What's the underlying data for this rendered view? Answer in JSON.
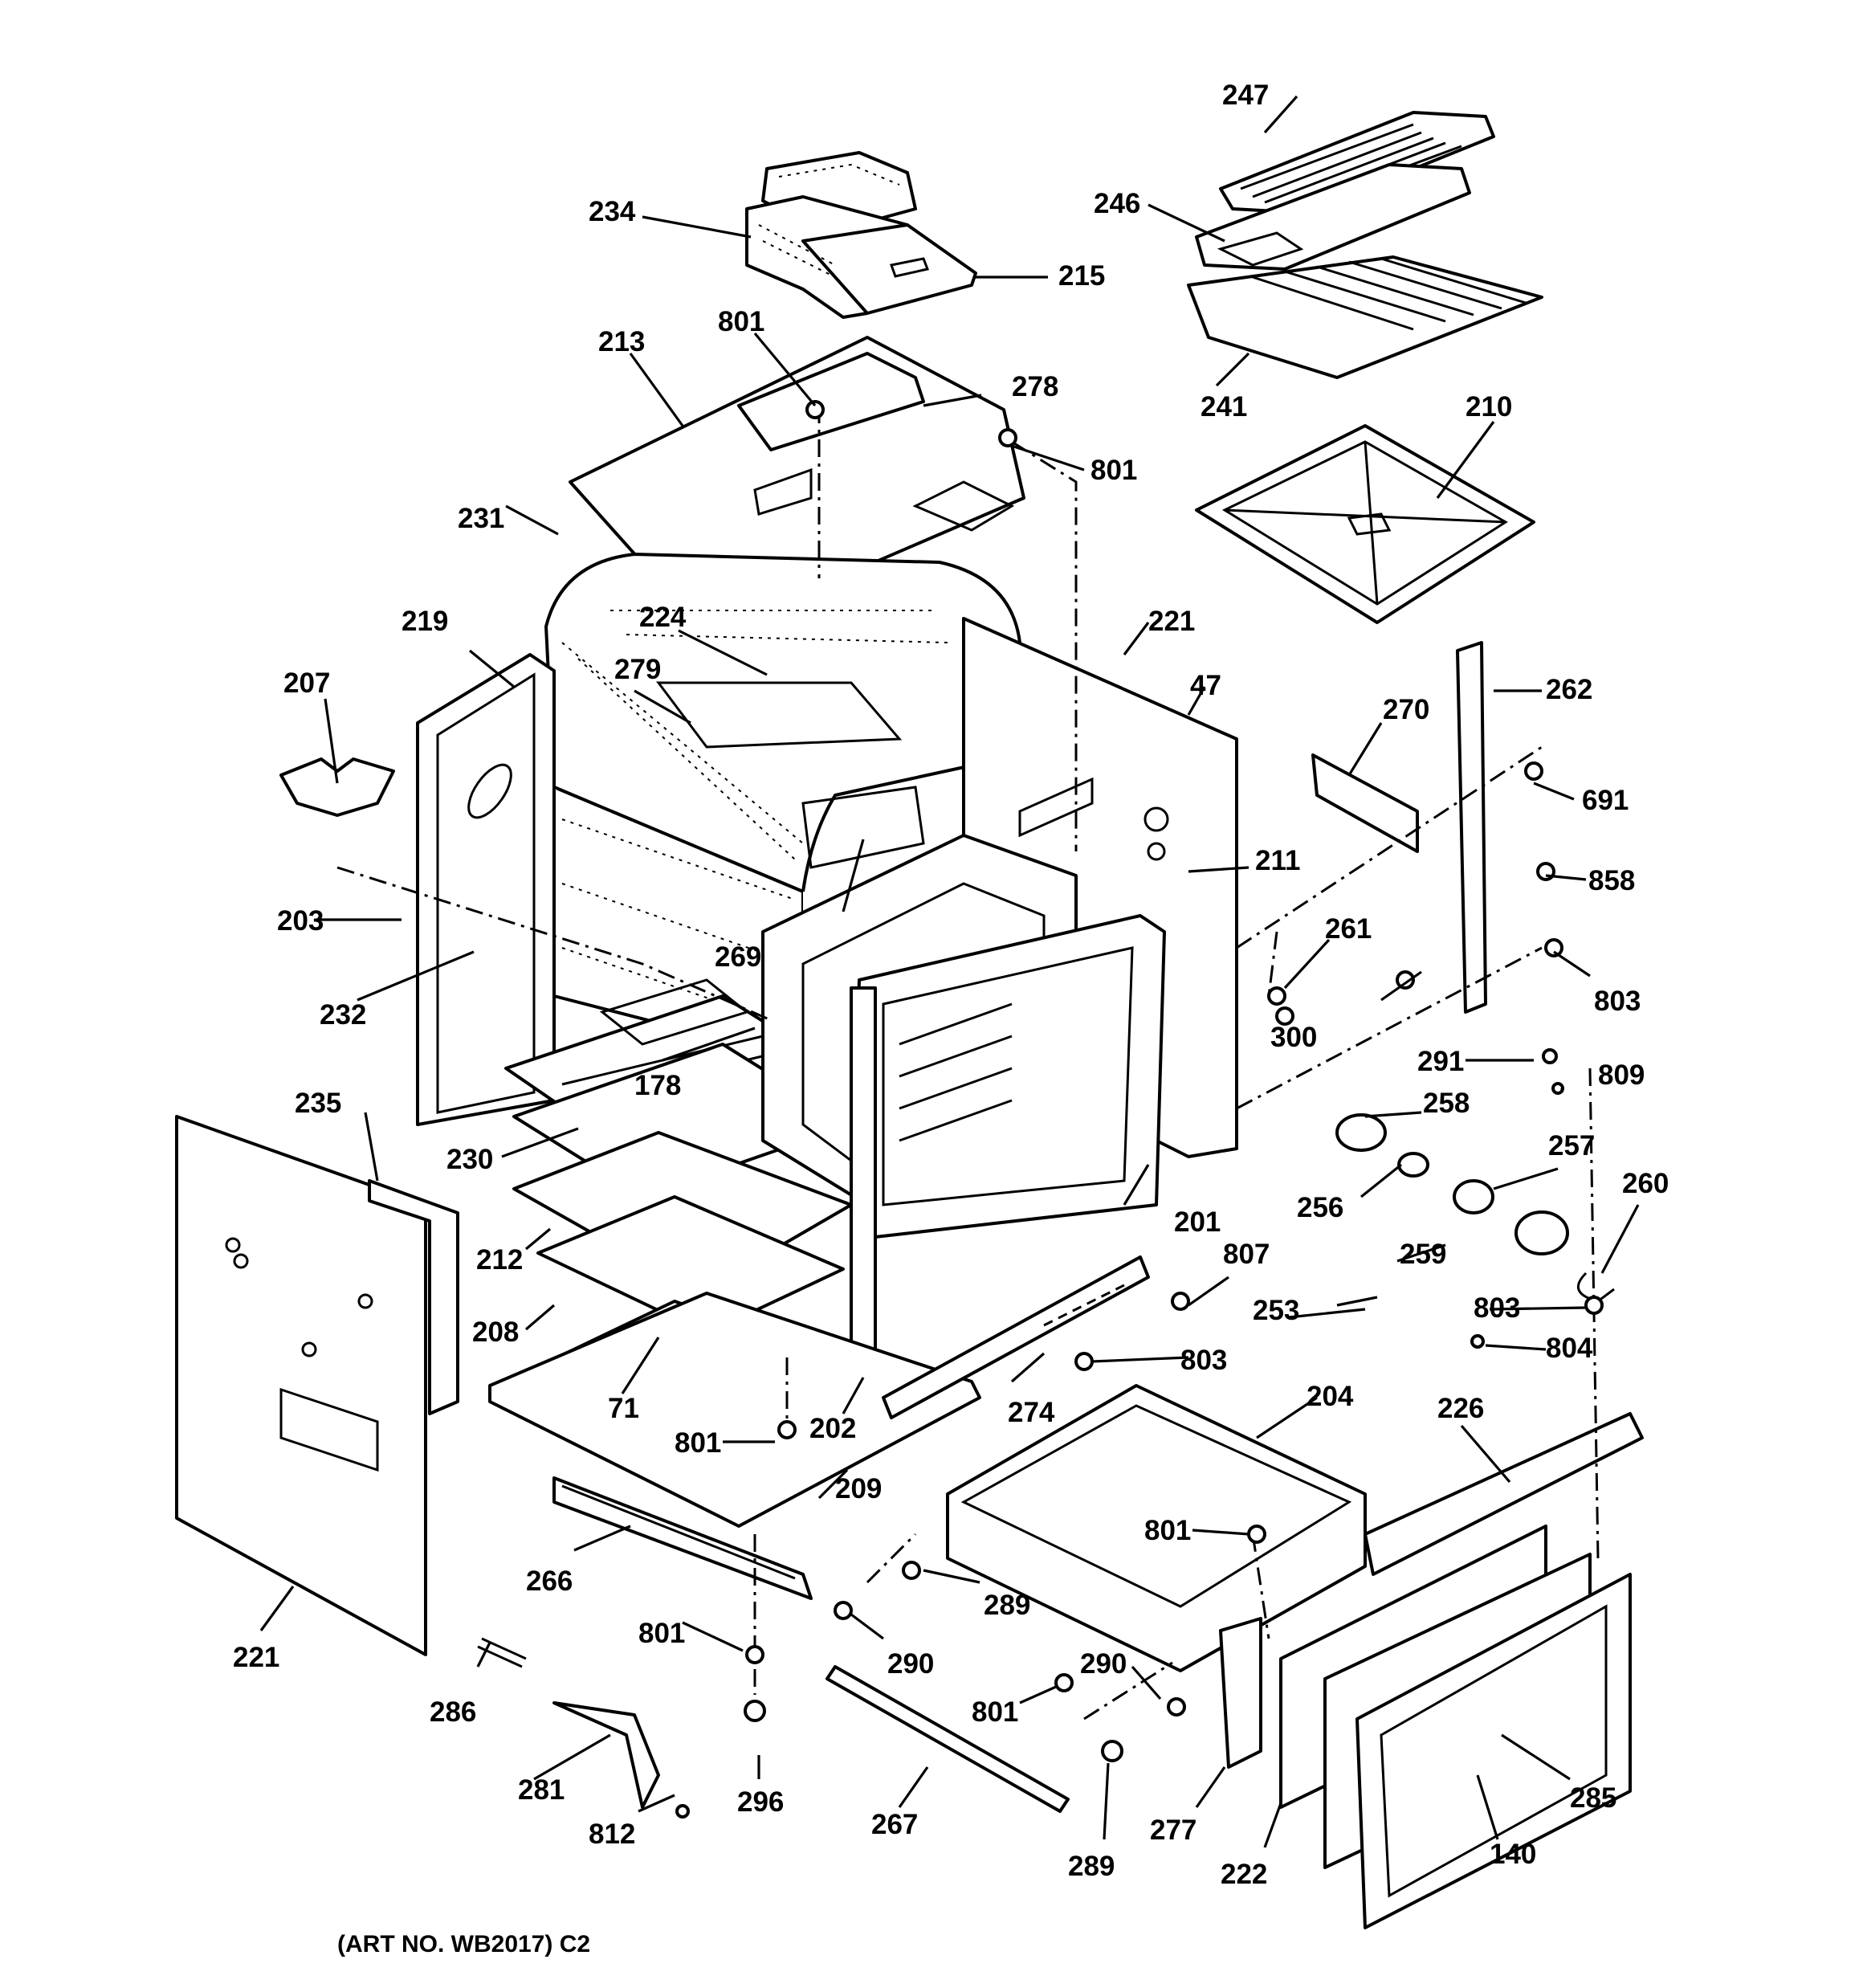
{
  "labels": {
    "l247": "247",
    "l234": "234",
    "l246": "246",
    "l215": "215",
    "l801a": "801",
    "l213": "213",
    "l278": "278",
    "l241": "241",
    "l210": "210",
    "l801b": "801",
    "l231": "231",
    "l224": "224",
    "l219": "219",
    "l221a": "221",
    "l279": "279",
    "l47": "47",
    "l207": "207",
    "l270": "270",
    "l262": "262",
    "l691": "691",
    "l211": "211",
    "l858": "858",
    "l203": "203",
    "l269": "269",
    "l261": "261",
    "l232": "232",
    "l803a": "803",
    "l300": "300",
    "l178": "178",
    "l291": "291",
    "l809": "809",
    "l235": "235",
    "l258": "258",
    "l230": "230",
    "l257": "257",
    "l201": "201",
    "l256": "256",
    "l260": "260",
    "l212": "212",
    "l807": "807",
    "l259": "259",
    "l253": "253",
    "l803b": "803",
    "l208": "208",
    "l804": "804",
    "l803c": "803",
    "l71": "71",
    "l274": "274",
    "l204": "204",
    "l226": "226",
    "l801c": "801",
    "l202": "202",
    "l209": "209",
    "l801d": "801",
    "l266": "266",
    "l289a": "289",
    "l221b": "221",
    "l801e": "801",
    "l290a": "290",
    "l290b": "290",
    "l286": "286",
    "l801f": "801",
    "l281": "281",
    "l296": "296",
    "l267": "267",
    "l285": "285",
    "l277": "277",
    "l812": "812",
    "l140": "140",
    "l289b": "289",
    "l222": "222"
  },
  "footer": {
    "art_no": "(ART NO. WB2017) C2"
  }
}
